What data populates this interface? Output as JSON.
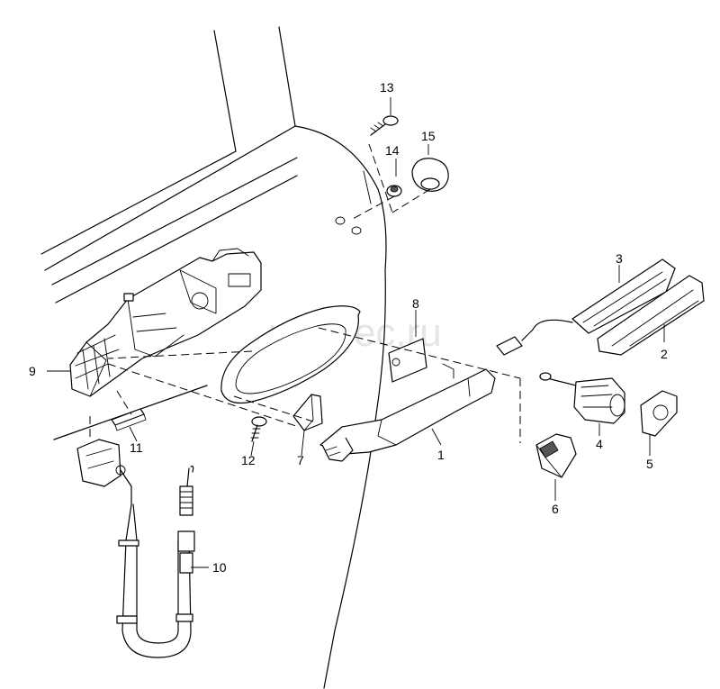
{
  "watermark": "vagcec.ru",
  "colors": {
    "line": "#000000",
    "background": "#ffffff",
    "watermark": "#cfcfcf"
  },
  "labels": {
    "p1": "1",
    "p2": "2",
    "p3": "3",
    "p4": "4",
    "p5": "5",
    "p6": "6",
    "p7": "7",
    "p8": "8",
    "p9": "9",
    "p10": "10",
    "p11": "11",
    "p12": "12",
    "p13": "13",
    "p14": "14",
    "p15": "15"
  }
}
